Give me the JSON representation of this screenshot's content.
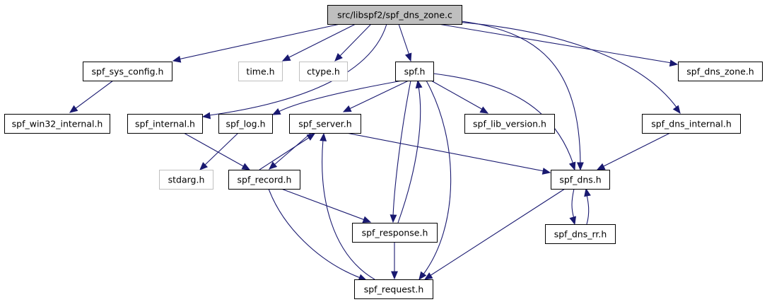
{
  "graph": {
    "edge_color": "#191970",
    "root_fill": "#bfbfbf",
    "external_stroke": "#bfbfbf",
    "nodes": [
      {
        "id": "root",
        "label": "src/libspf2/spf_dns_zone.c",
        "kind": "root"
      },
      {
        "id": "sys_config",
        "label": "spf_sys_config.h",
        "kind": "normal"
      },
      {
        "id": "time",
        "label": "time.h",
        "kind": "external"
      },
      {
        "id": "ctype",
        "label": "ctype.h",
        "kind": "external"
      },
      {
        "id": "spf",
        "label": "spf.h",
        "kind": "normal"
      },
      {
        "id": "dns_zone_h",
        "label": "spf_dns_zone.h",
        "kind": "normal"
      },
      {
        "id": "win32",
        "label": "spf_win32_internal.h",
        "kind": "normal"
      },
      {
        "id": "internal",
        "label": "spf_internal.h",
        "kind": "normal"
      },
      {
        "id": "log",
        "label": "spf_log.h",
        "kind": "normal"
      },
      {
        "id": "server",
        "label": "spf_server.h",
        "kind": "normal"
      },
      {
        "id": "lib_version",
        "label": "spf_lib_version.h",
        "kind": "normal"
      },
      {
        "id": "dns_internal",
        "label": "spf_dns_internal.h",
        "kind": "normal"
      },
      {
        "id": "stdarg",
        "label": "stdarg.h",
        "kind": "external"
      },
      {
        "id": "record",
        "label": "spf_record.h",
        "kind": "normal"
      },
      {
        "id": "dns",
        "label": "spf_dns.h",
        "kind": "normal"
      },
      {
        "id": "response",
        "label": "spf_response.h",
        "kind": "normal"
      },
      {
        "id": "dns_rr",
        "label": "spf_dns_rr.h",
        "kind": "normal"
      },
      {
        "id": "request",
        "label": "spf_request.h",
        "kind": "normal"
      }
    ],
    "edges": [
      {
        "from": "root",
        "to": "sys_config"
      },
      {
        "from": "root",
        "to": "time"
      },
      {
        "from": "root",
        "to": "ctype"
      },
      {
        "from": "root",
        "to": "spf"
      },
      {
        "from": "root",
        "to": "internal"
      },
      {
        "from": "root",
        "to": "dns_zone_h"
      },
      {
        "from": "root",
        "to": "dns_internal"
      },
      {
        "from": "root",
        "to": "dns"
      },
      {
        "from": "sys_config",
        "to": "win32"
      },
      {
        "from": "spf",
        "to": "log"
      },
      {
        "from": "spf",
        "to": "server"
      },
      {
        "from": "spf",
        "to": "lib_version"
      },
      {
        "from": "spf",
        "to": "dns"
      },
      {
        "from": "spf",
        "to": "response"
      },
      {
        "from": "spf",
        "to": "request"
      },
      {
        "from": "internal",
        "to": "record"
      },
      {
        "from": "log",
        "to": "stdarg"
      },
      {
        "from": "server",
        "to": "record"
      },
      {
        "from": "server",
        "to": "dns"
      },
      {
        "from": "record",
        "to": "server"
      },
      {
        "from": "record",
        "to": "response"
      },
      {
        "from": "record",
        "to": "request"
      },
      {
        "from": "response",
        "to": "spf"
      },
      {
        "from": "response",
        "to": "request"
      },
      {
        "from": "request",
        "to": "server"
      },
      {
        "from": "dns_internal",
        "to": "dns"
      },
      {
        "from": "dns",
        "to": "dns_rr"
      },
      {
        "from": "dns",
        "to": "request"
      },
      {
        "from": "dns_rr",
        "to": "dns"
      }
    ]
  }
}
